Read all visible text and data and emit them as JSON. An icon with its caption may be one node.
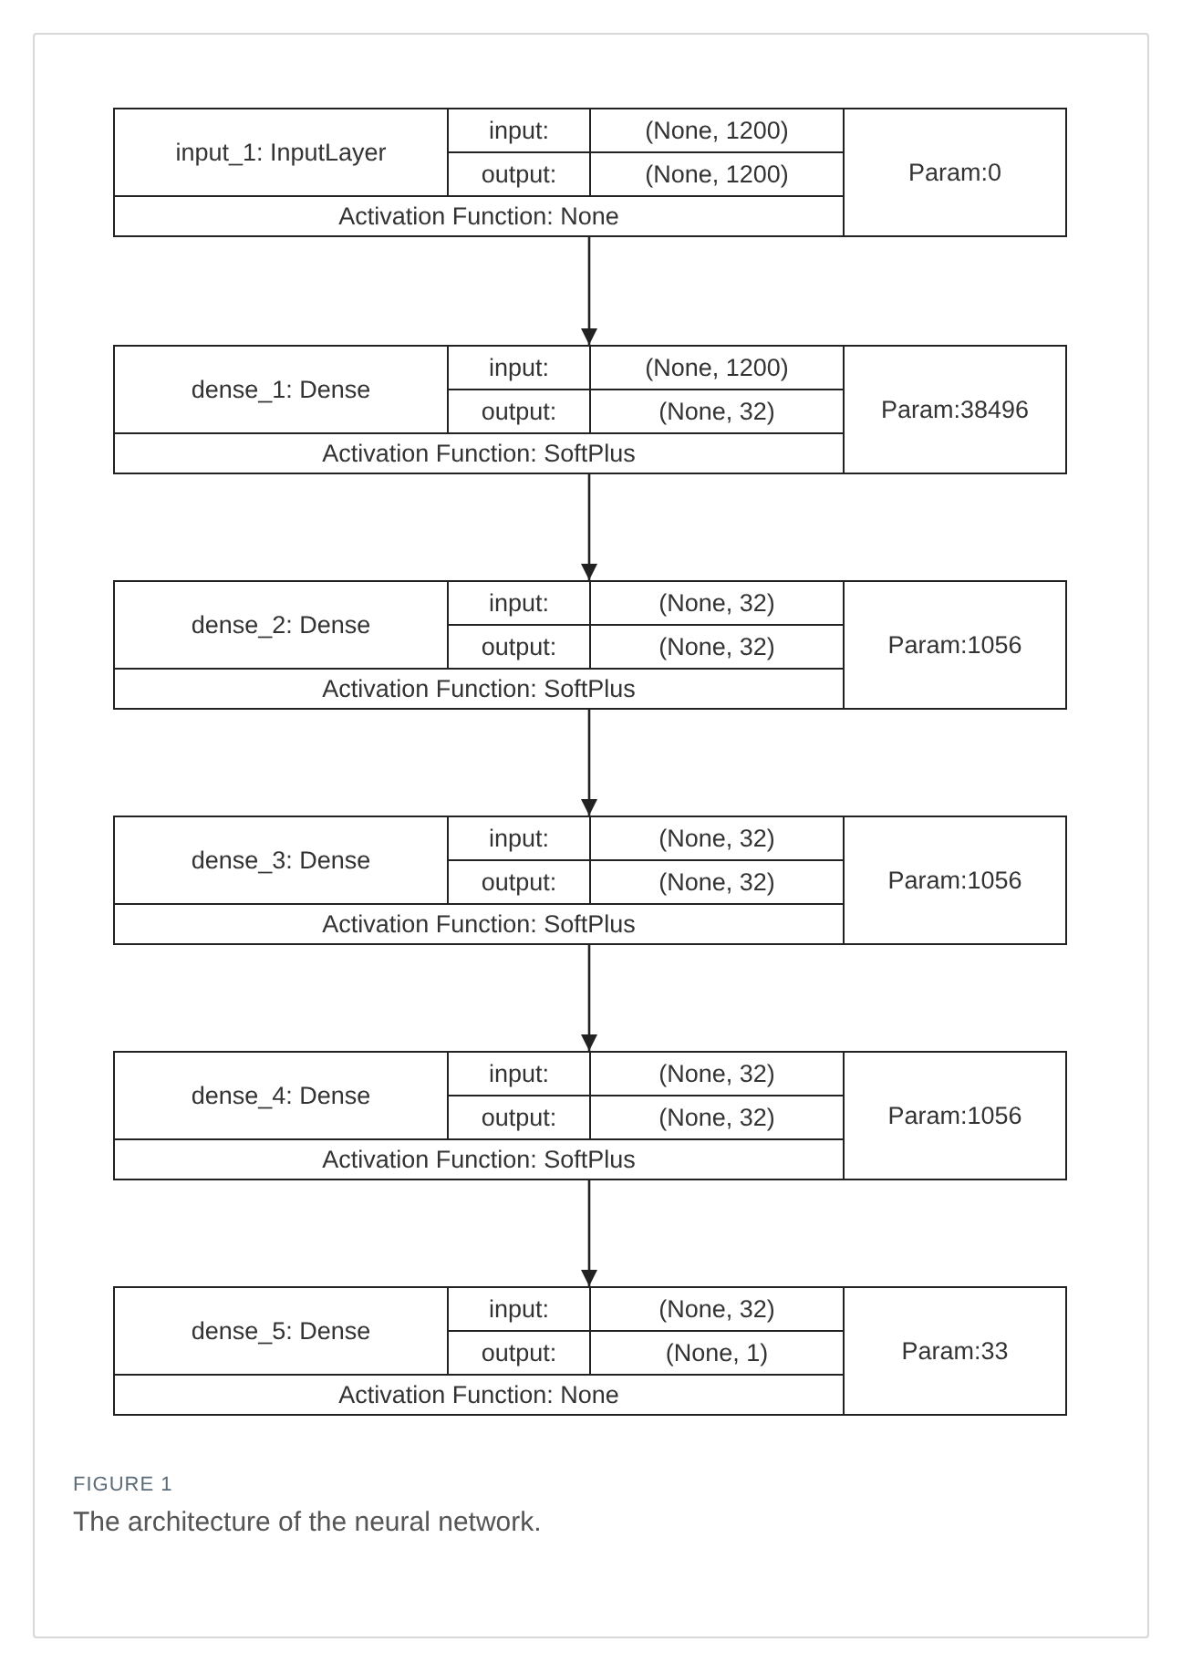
{
  "diagram": {
    "caption": "The architecture of the neural network.",
    "nodes": [
      {
        "text": [
          "input_1: InputLayer",
          "input:",
          "(None, 1200)",
          "output:",
          "(None, 1200)",
          "Param:0",
          "Activation Function: None"
        ]
      },
      {
        "text": [
          "dense_1: Dense",
          "input:",
          "(None, 1200)",
          "output:",
          "(None, 32)",
          "Param:38496",
          "Activation Function: SoftPlus"
        ]
      },
      {
        "text": [
          "dense_2: Dense",
          "input:",
          "(None, 32)",
          "output:",
          "(None, 32)",
          "Param:1056",
          "Activation Function: SoftPlus"
        ]
      },
      {
        "text": [
          "dense_3: Dense",
          "input:",
          "(None, 32)",
          "output:",
          "(None, 32)",
          "Param:1056",
          "Activation Function: SoftPlus"
        ]
      },
      {
        "text": [
          "dense_4: Dense",
          "input:",
          "(None, 32)",
          "output:",
          "(None, 32)",
          "Param:1056",
          "Activation Function: SoftPlus"
        ]
      },
      {
        "text": [
          "dense_5: Dense",
          "input:",
          "(None, 32)",
          "output:",
          "(None, 1)",
          "Param:33",
          "Activation Function: None"
        ]
      }
    ],
    "edges": [
      {
        "from": 0,
        "to": 1,
        "arrow": "to"
      },
      {
        "from": 1,
        "to": 2,
        "arrow": "to"
      },
      {
        "from": 2,
        "to": 3,
        "arrow": "to"
      },
      {
        "from": 3,
        "to": 4,
        "arrow": "to"
      },
      {
        "from": 4,
        "to": 5,
        "arrow": "to"
      }
    ],
    "labels": [
      "FIGURE 1"
    ]
  }
}
